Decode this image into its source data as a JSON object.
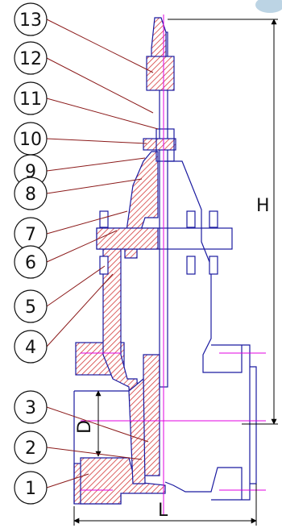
{
  "drawing": {
    "callouts": [
      "13",
      "12",
      "11",
      "10",
      "9",
      "8",
      "7",
      "6",
      "5",
      "4",
      "3",
      "2",
      "1"
    ],
    "dimensions": {
      "height_label": "H",
      "length_label": "L",
      "diameter_label": "D"
    },
    "colors": {
      "outline": "#1a1aa0",
      "section_hatch": "#d43a3a",
      "center_line": "#e000e0",
      "leader": "#8b1a1a",
      "dimension": "#000000"
    }
  }
}
